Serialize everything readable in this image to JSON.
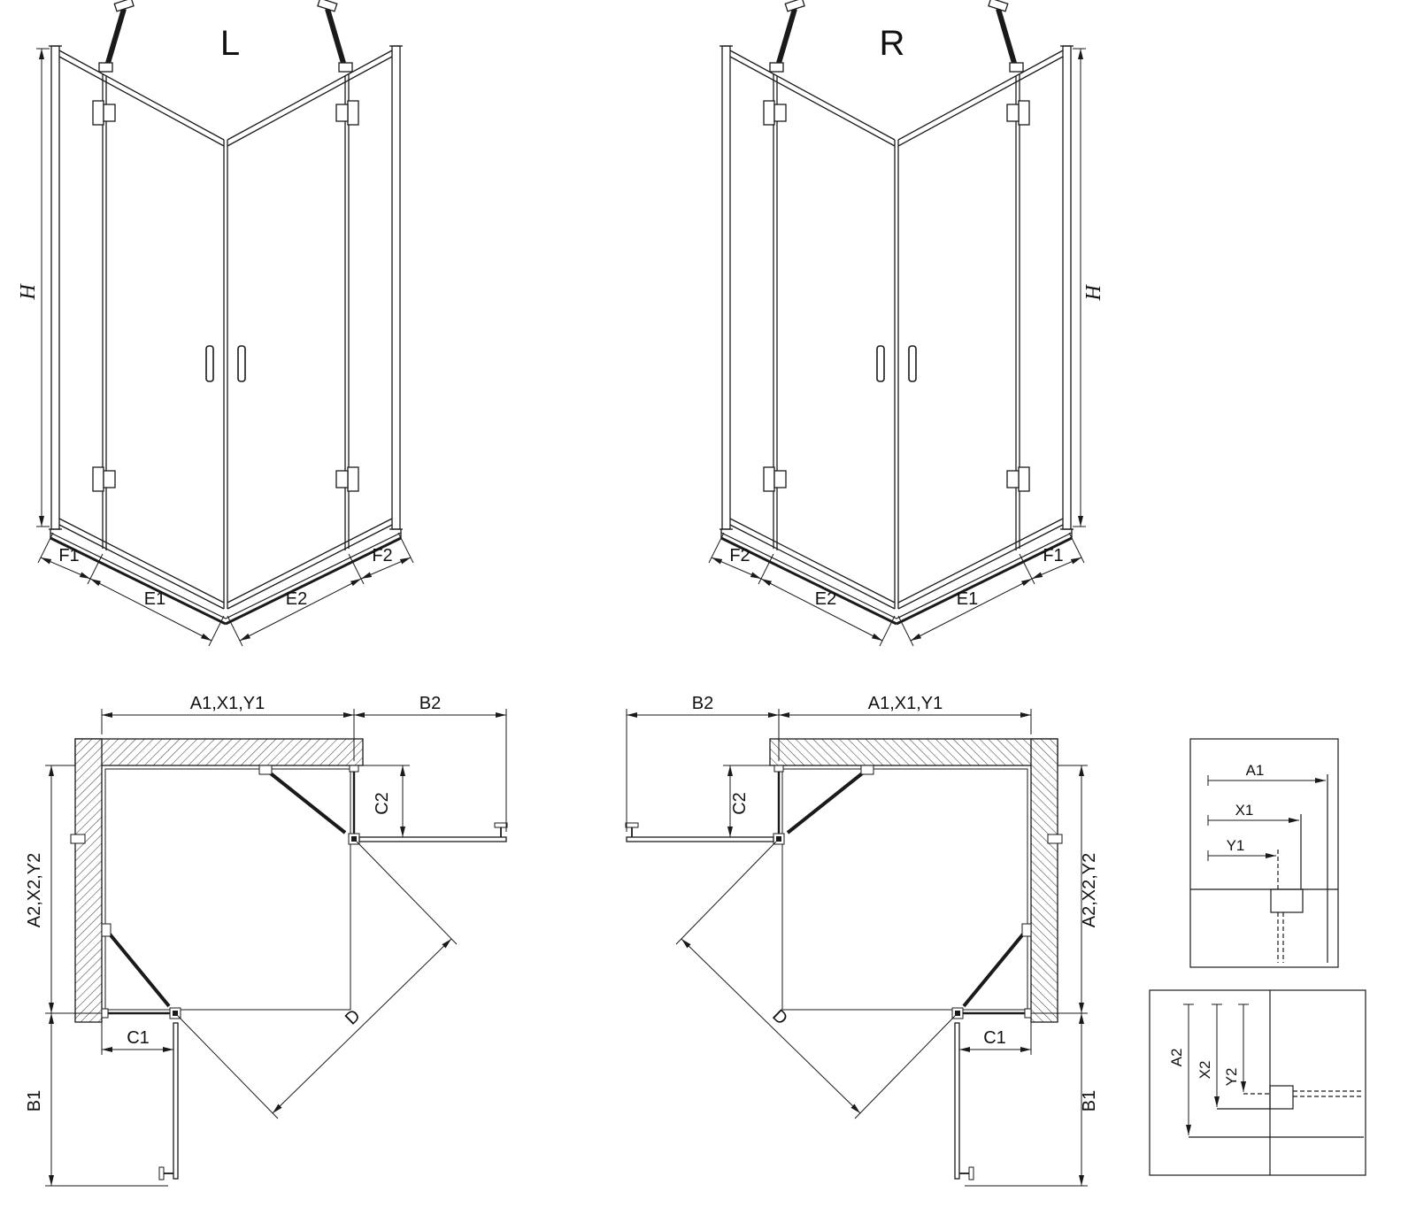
{
  "drawing": {
    "background": "#ffffff",
    "line_color": "#1a1a1a",
    "iso_views": {
      "left": {
        "title": "L",
        "dim_height": "H",
        "dim_f1": "F1",
        "dim_e1": "E1",
        "dim_e2": "E2",
        "dim_f2": "F2"
      },
      "right": {
        "title": "R",
        "dim_height": "H",
        "dim_f1": "F1",
        "dim_e1": "E1",
        "dim_e2": "E2",
        "dim_f2": "F2"
      }
    },
    "plan_views": {
      "left": {
        "dim_width": "A1,X1,Y1",
        "dim_b2": "B2",
        "dim_c2": "C2",
        "dim_depth": "A2,X2,Y2",
        "dim_c1": "C1",
        "dim_b1": "B1",
        "dim_d": "D"
      },
      "right": {
        "dim_width": "A1,X1,Y1",
        "dim_b2": "B2",
        "dim_c2": "C2",
        "dim_depth": "A2,X2,Y2",
        "dim_c1": "C1",
        "dim_b1": "B1",
        "dim_d": "D"
      }
    },
    "detail_views": {
      "horizontal": {
        "dim_a1": "A1",
        "dim_x1": "X1",
        "dim_y1": "Y1"
      },
      "vertical": {
        "dim_a2": "A2",
        "dim_x2": "X2",
        "dim_y2": "Y2"
      }
    }
  }
}
